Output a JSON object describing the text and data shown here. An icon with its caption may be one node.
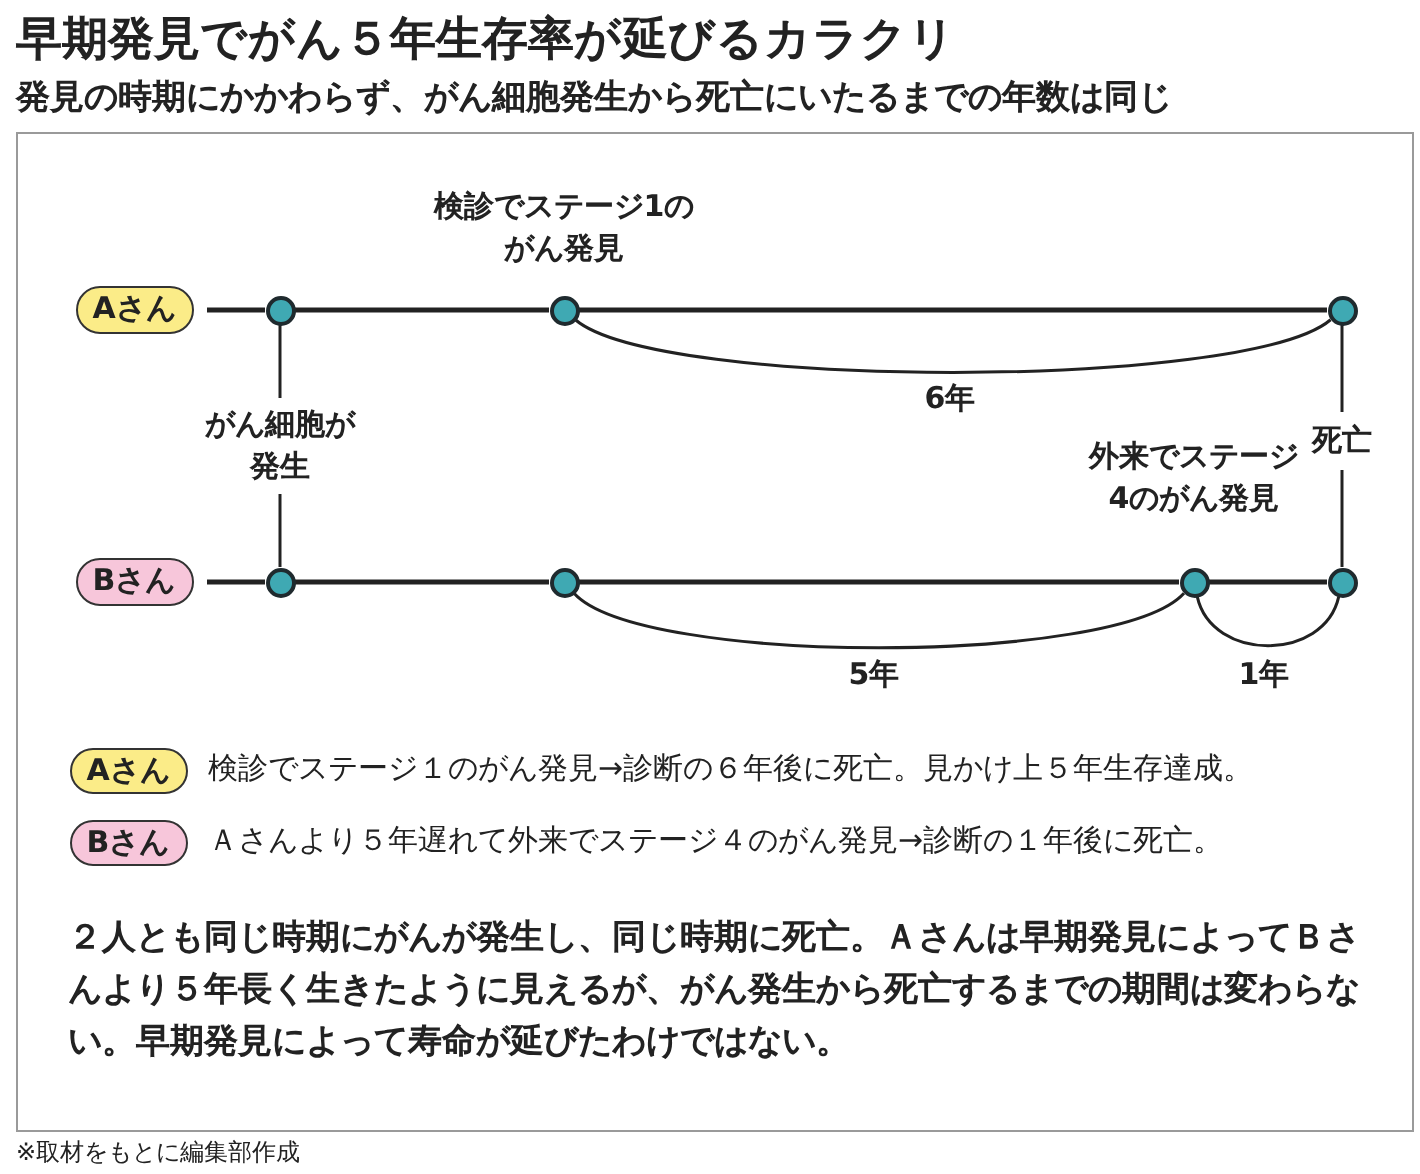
{
  "diagram": {
    "title": "早期発見でがん５年生存率が延びるカラクリ",
    "nodes": [
      {
        "text": [
          "Aさん"
        ]
      },
      {
        "text": [],
        "shape": "circle"
      },
      {
        "text": [],
        "shape": "circle",
        "beside": [
          "検診でステージ1のがん発見"
        ]
      },
      {
        "text": [],
        "shape": "circle"
      },
      {
        "text": [
          "Bさん"
        ]
      },
      {
        "text": [],
        "shape": "circle"
      },
      {
        "text": [],
        "shape": "circle"
      },
      {
        "text": [],
        "shape": "circle",
        "beside": [
          "外来でステージ4のがん発見"
        ]
      },
      {
        "text": [],
        "shape": "circle"
      },
      {
        "text": [
          "Aさん"
        ],
        "beside": [
          "検診でステージ１のがん発見→診断の６年後に死亡。見かけ上５年生存達成。"
        ]
      },
      {
        "text": [
          "Bさん"
        ],
        "beside": [
          "Ａさんより５年遅れて外来でステージ４のがん発見→診断の１年後に死亡。"
        ]
      }
    ],
    "edges": [
      {
        "from": 0,
        "to": 1,
        "arrow": "none"
      },
      {
        "from": 1,
        "to": 2,
        "arrow": "none"
      },
      {
        "from": 2,
        "to": 3,
        "arrow": "none"
      },
      {
        "from": 4,
        "to": 5,
        "arrow": "none"
      },
      {
        "from": 5,
        "to": 6,
        "arrow": "none"
      },
      {
        "from": 6,
        "to": 7,
        "arrow": "none"
      },
      {
        "from": 7,
        "to": 8,
        "arrow": "none"
      },
      {
        "from": 1,
        "to": 5,
        "arrow": "none",
        "label": "がん細胞が発生"
      },
      {
        "from": 3,
        "to": 8,
        "arrow": "none",
        "label": "死亡"
      },
      {
        "from": 2,
        "to": 3,
        "arrow": "none",
        "label": "6年"
      },
      {
        "from": 6,
        "to": 7,
        "arrow": "none",
        "label": "5年"
      },
      {
        "from": 7,
        "to": 8,
        "arrow": "none",
        "label": "1年"
      }
    ],
    "labels": [
      "発見の時期にかかわらず、がん細胞発生から死亡にいたるまでの年数は同じ",
      "２人とも同じ時期にがんが発生し、同じ時期に死亡。Ａさんは早期発見によってＢさんより５年長く生きたように見えるが、がん発生から死亡するまでの期間は変わらない。早期発見によって寿命が延びたわけではない。",
      "※取材をもとに編集部作成"
    ]
  }
}
